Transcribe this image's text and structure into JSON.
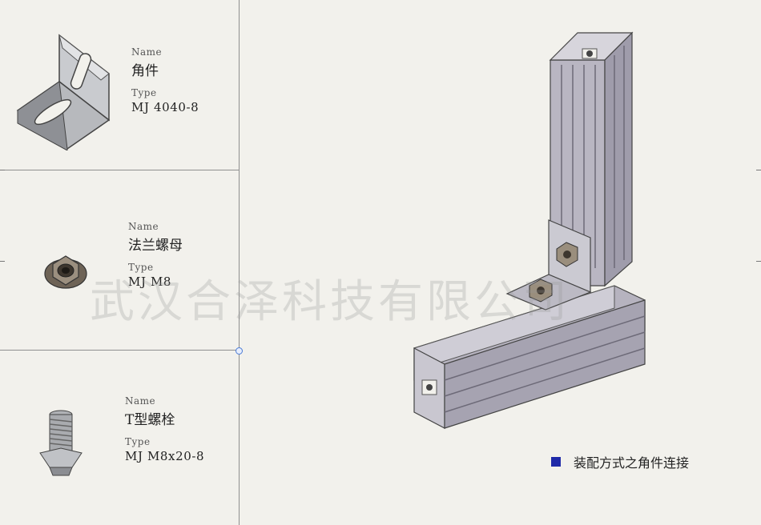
{
  "parts": [
    {
      "name_label": "Name",
      "name": "角件",
      "type_label": "Type",
      "type": "MJ 4040-8",
      "icon": "corner-bracket-icon"
    },
    {
      "name_label": "Name",
      "name": "法兰螺母",
      "type_label": "Type",
      "type": "MJ M8",
      "icon": "flange-nut-icon"
    },
    {
      "name_label": "Name",
      "name": "T型螺栓",
      "type_label": "Type",
      "type": "MJ M8x20-8",
      "icon": "t-bolt-icon"
    }
  ],
  "watermark": "武汉合泽科技有限公司",
  "caption": "装配方式之角件连接",
  "colors": {
    "background": "#f2f1ec",
    "caption_square": "#1f2aa8",
    "divider": "#8f8f8f"
  }
}
